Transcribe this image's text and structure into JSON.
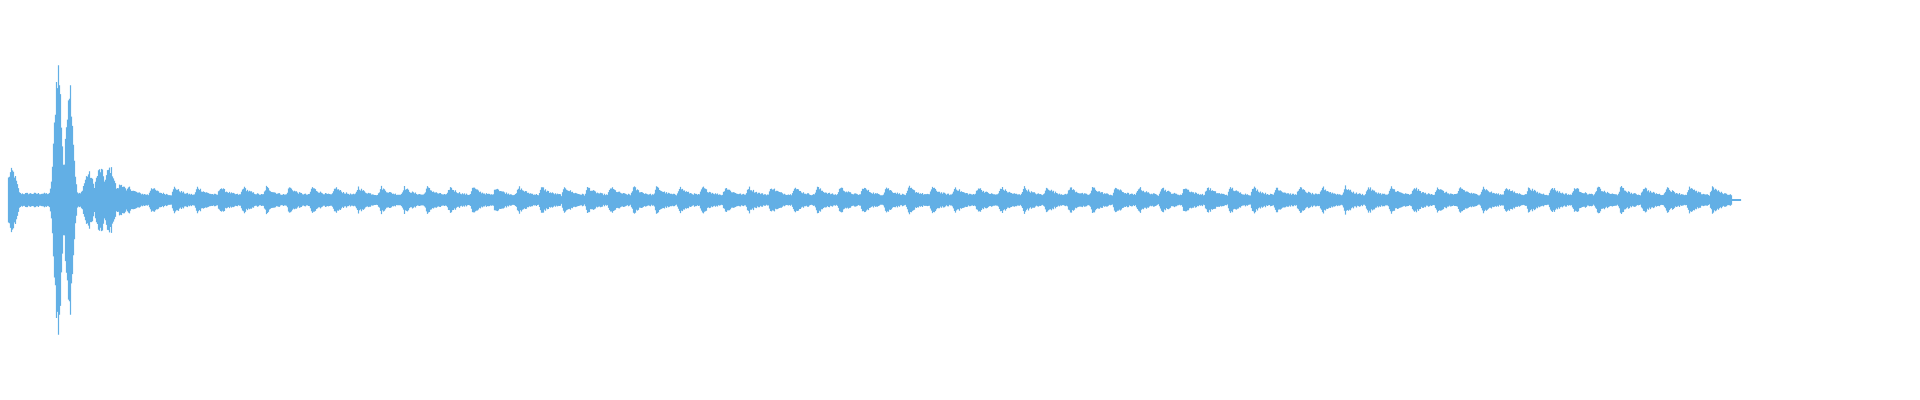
{
  "waveform": {
    "color": "#62afe5",
    "background": "#ffffff",
    "envelope": {
      "peak_amplitude": 1.0,
      "steady_amplitude": 0.1,
      "burst_count": 70,
      "intro_ring": [
        {
          "pos": 0.006,
          "amp": 0.22
        },
        {
          "pos": 0.03,
          "amp": 1.0
        },
        {
          "pos": 0.036,
          "amp": 0.88
        },
        {
          "pos": 0.046,
          "amp": 0.2
        },
        {
          "pos": 0.052,
          "amp": 0.23
        },
        {
          "pos": 0.057,
          "amp": 0.24
        },
        {
          "pos": 0.063,
          "amp": 0.12
        }
      ],
      "trim_end": 0.906
    }
  }
}
